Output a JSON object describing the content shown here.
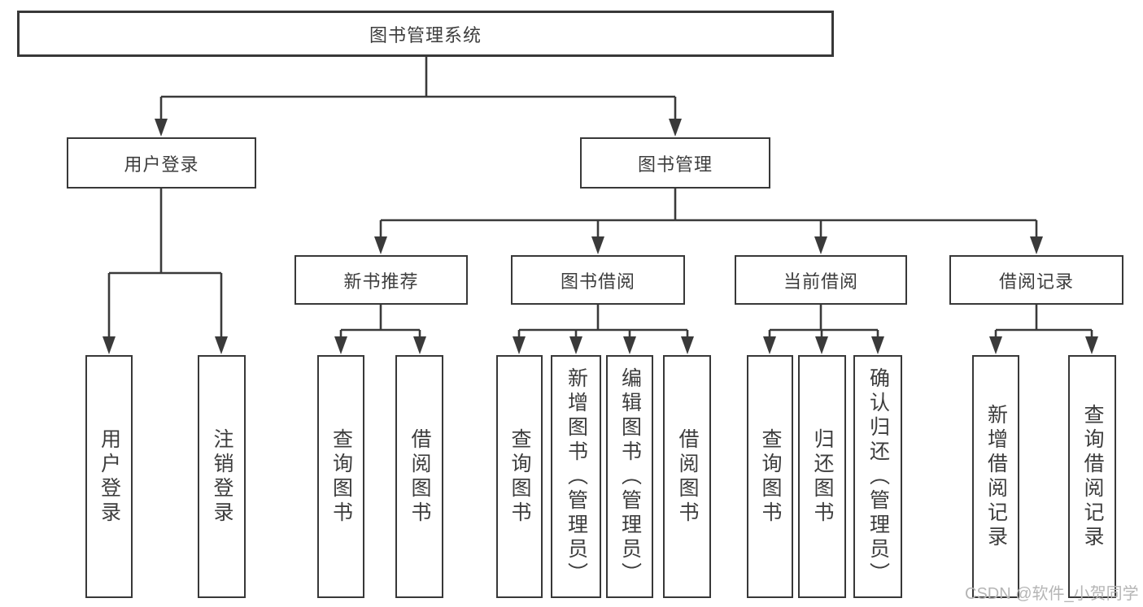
{
  "diagram": {
    "tree": {
      "label": "图书管理系统",
      "children": [
        {
          "label": "用户登录",
          "children": [
            {
              "label": "用户登录"
            },
            {
              "label": "注销登录"
            }
          ]
        },
        {
          "label": "图书管理",
          "children": [
            {
              "label": "新书推荐",
              "children": [
                {
                  "label": "查询图书"
                },
                {
                  "label": "借阅图书"
                }
              ]
            },
            {
              "label": "图书借阅",
              "children": [
                {
                  "label": "查询图书"
                },
                {
                  "label": "新增图书（管理员）"
                },
                {
                  "label": "编辑图书（管理员）"
                },
                {
                  "label": "借阅图书"
                }
              ]
            },
            {
              "label": "当前借阅",
              "children": [
                {
                  "label": "查询图书"
                },
                {
                  "label": "归还图书"
                },
                {
                  "label": "确认归还（管理员）"
                }
              ]
            },
            {
              "label": "借阅记录",
              "children": [
                {
                  "label": "新增借阅记录"
                },
                {
                  "label": "查询借阅记录"
                }
              ]
            }
          ]
        }
      ]
    },
    "colors": {
      "line": "#3a3a3a",
      "box_border": "#383838",
      "text": "#3d3d3d",
      "background": "#ffffff",
      "watermark": "#b5b5b5"
    }
  },
  "watermark": {
    "text": "CSDN @软件_小贺同学"
  }
}
